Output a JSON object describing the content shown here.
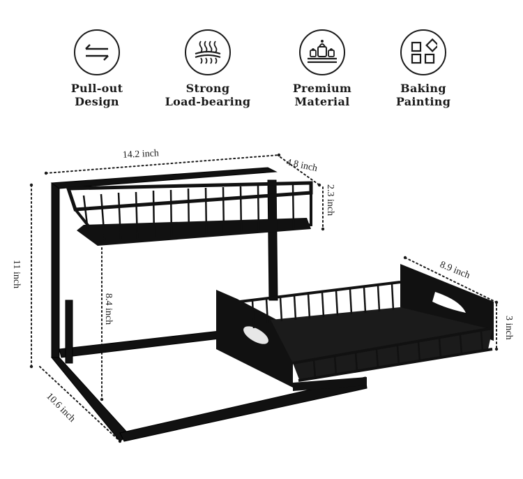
{
  "features": [
    {
      "icon": "pull-out-arrows-icon",
      "line1": "Pull-out",
      "line2": "Design"
    },
    {
      "icon": "load-bearing-waves-icon",
      "line1": "Strong",
      "line2": "Load-bearing"
    },
    {
      "icon": "premium-material-icon",
      "line1": "Premium",
      "line2": "Material"
    },
    {
      "icon": "baking-painting-shapes-icon",
      "line1": "Baking",
      "line2": "Painting"
    }
  ],
  "dimensions": {
    "width": "14.2 inch",
    "top_depth": "4.8 inch",
    "top_height": "2.3 inch",
    "total_height": "11 inch",
    "gap_height": "8.4 inch",
    "base_depth": "10.6 inch",
    "drawer_depth": "8.9 inch",
    "drawer_height": "3 inch"
  },
  "colors": {
    "ink": "#1a1a1a",
    "rack": "#111111"
  }
}
